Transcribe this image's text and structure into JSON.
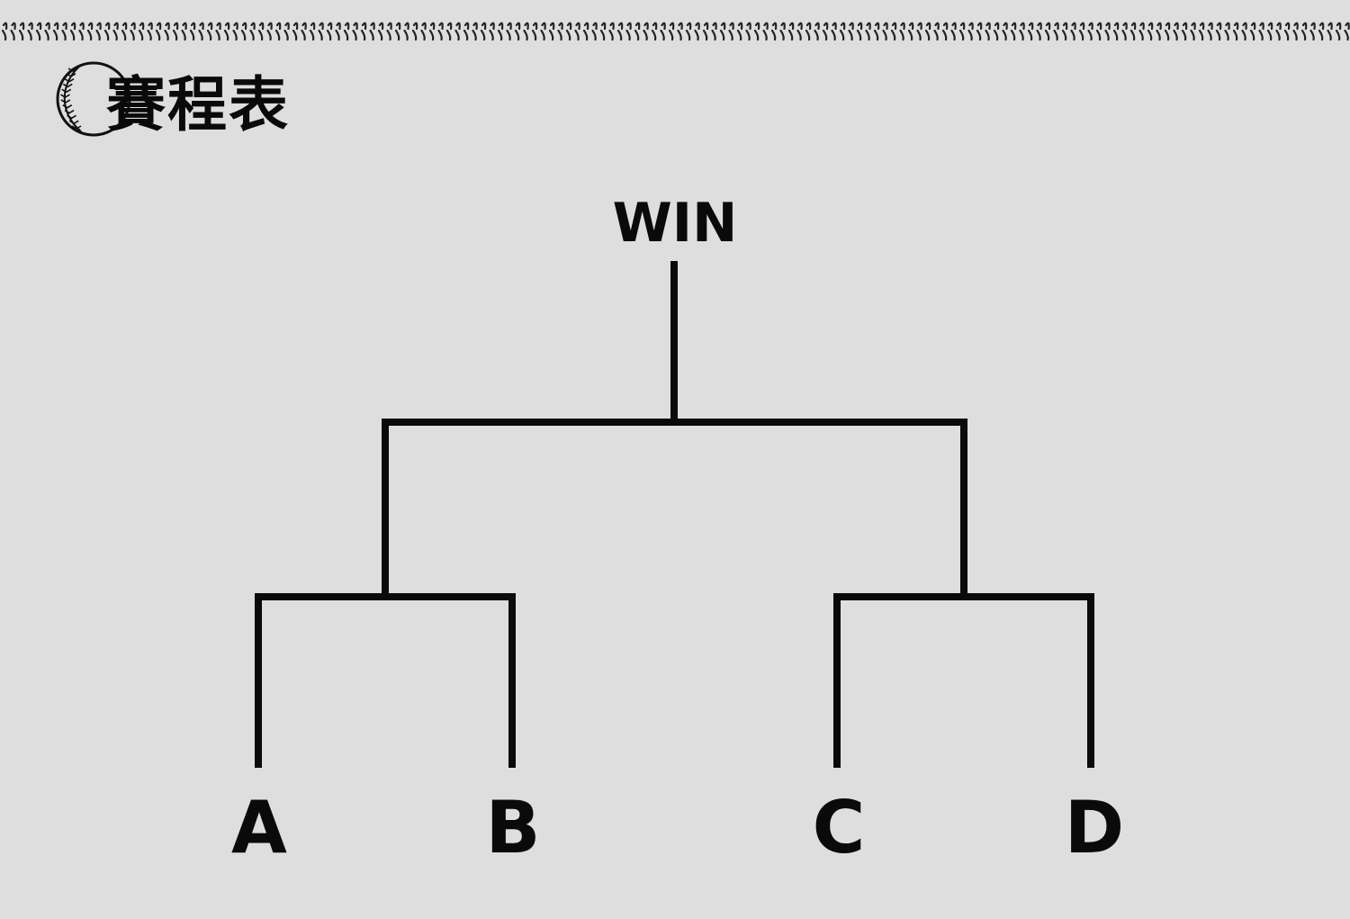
{
  "title": "賽程表",
  "icons": {
    "header": "baseball-icon",
    "border": "baseball-stitch-border"
  },
  "colors": {
    "background": "#dedede",
    "line": "#0a0a0a"
  },
  "bracket": {
    "winner_label": "WIN",
    "teams": [
      {
        "id": "a",
        "label": "A"
      },
      {
        "id": "b",
        "label": "B"
      },
      {
        "id": "c",
        "label": "C"
      },
      {
        "id": "d",
        "label": "D"
      }
    ],
    "semifinals": [
      {
        "teams": [
          "a",
          "b"
        ]
      },
      {
        "teams": [
          "c",
          "d"
        ]
      }
    ]
  }
}
